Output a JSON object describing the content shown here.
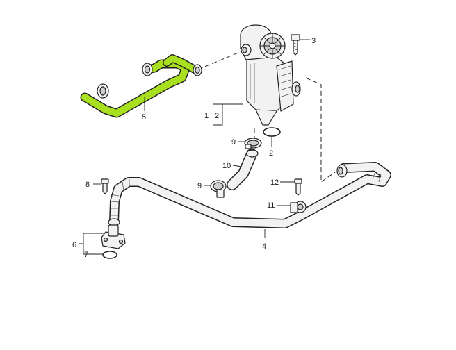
{
  "colors": {
    "highlight": "#a8e01f",
    "line": "#222222",
    "part_fill": "#f2f2f2",
    "shade": "#cfcfcf"
  },
  "callouts": {
    "c1": "1",
    "c2_bracket": "2",
    "c2": "2",
    "c3": "3",
    "c4": "4",
    "c5": "5",
    "c6": "6",
    "c7": "7",
    "c8": "8",
    "c9_upper": "9",
    "c9_lower": "9",
    "c10": "10",
    "c11": "11",
    "c12": "12"
  }
}
